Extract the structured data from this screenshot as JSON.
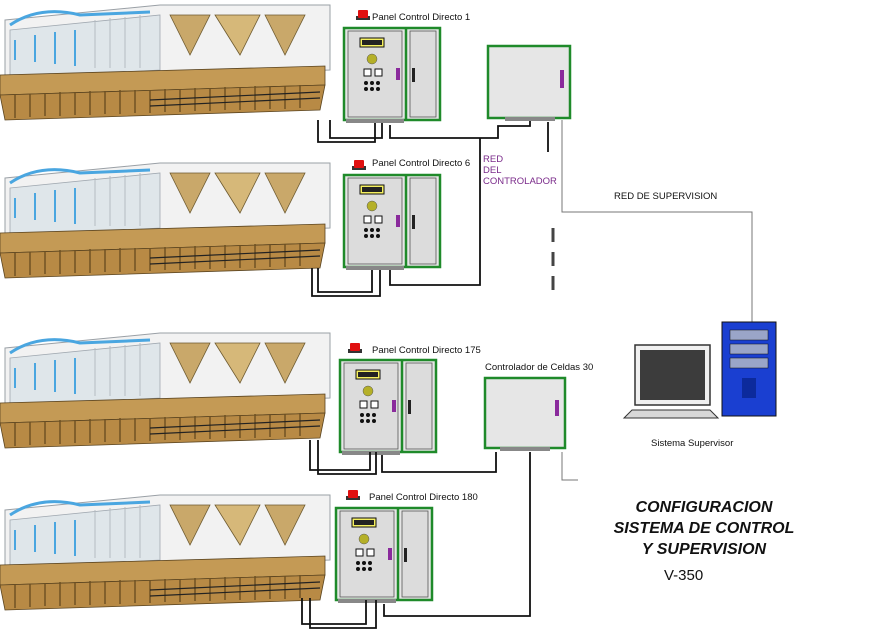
{
  "panels": [
    {
      "label": "Panel Control Directo 1"
    },
    {
      "label": "Panel Control Directo 6"
    },
    {
      "label": "Panel Control Directo 175"
    },
    {
      "label": "Panel Control Directo 180"
    }
  ],
  "controller_network": {
    "line1": "RED",
    "line2": "DEL",
    "line3": "CONTROLADOR"
  },
  "supervision_network": "RED DE SUPERVISION",
  "cell_controller": "Controlador de Celdas 30",
  "supervisor_system": "Sistema Supervisor",
  "title": {
    "line1": "CONFIGURACION",
    "line2": "SISTEMA DE CONTROL",
    "line3": "Y SUPERVISION"
  },
  "version": "V-350",
  "colors": {
    "panel_border": "#1f8a2a",
    "panel_fill": "#e6e6e6",
    "alarm_light": "#e01010",
    "computer_blue": "#1a3fd1",
    "network_purple": "#7a2a8a"
  }
}
